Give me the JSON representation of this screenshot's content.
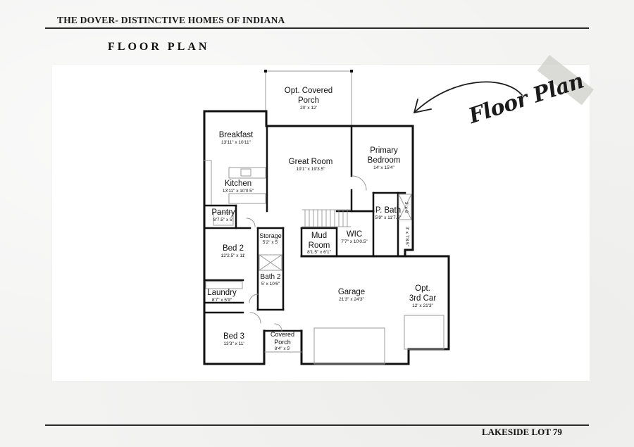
{
  "header": {
    "title": "THE DOVER- DISTINCTIVE HOMES OF INDIANA",
    "section_title": "FLOOR PLAN"
  },
  "annotation": {
    "script_label": "Floor Plan",
    "arrow_icon": "curved-arrow-pointing-left"
  },
  "floor_plan": {
    "rooms": [
      {
        "name": "Opt. Covered",
        "name2": "Porch",
        "dims": "20' x 12'"
      },
      {
        "name": "Breakfast",
        "dims": "13'11\" x 10'11\""
      },
      {
        "name": "Great Room",
        "dims": "19'1\" x 19'3.5\""
      },
      {
        "name": "Primary",
        "name2": "Bedroom",
        "dims": "14' x 15'4\""
      },
      {
        "name": "Kitchen",
        "dims": "13'11\" x 10'0.5\""
      },
      {
        "name": "Pantry",
        "dims": "8'7.5\" x 5'"
      },
      {
        "name": "P. Bath",
        "dims": "5'9\" x 11'7.5\""
      },
      {
        "name": "Storage",
        "dims": "5'2\" x 5'"
      },
      {
        "name": "Mud",
        "name2": "Room",
        "dims": "8'1.5\" x 6'1\""
      },
      {
        "name": "WIC",
        "dims": "7'7\" x 10'0.5\""
      },
      {
        "name": "Bed 2",
        "dims": "12'2.5\" x 11'"
      },
      {
        "name": "Bath 2",
        "dims": "5' x 10'6\""
      },
      {
        "name": "Garage",
        "dims": "21'3\" x 24'3\""
      },
      {
        "name": "Opt.",
        "name2": "3rd Car",
        "dims": "12' x 21'3\""
      },
      {
        "name": "Laundry",
        "dims": "8'7\" x 5'9\""
      },
      {
        "name": "Bed 3",
        "dims": "13'3\" x 11'"
      },
      {
        "name": "Covered",
        "name2": "Porch",
        "dims": "8'4\" x 5'"
      }
    ],
    "small_labels": [
      "3' x 6'",
      "3' x 7'8.5\""
    ]
  },
  "footer": {
    "label": "LAKESIDE LOT 79"
  },
  "colors": {
    "background": "#f3f3f2",
    "card": "#ffffff",
    "ink": "#111111",
    "tape": "#cdcdc8"
  }
}
